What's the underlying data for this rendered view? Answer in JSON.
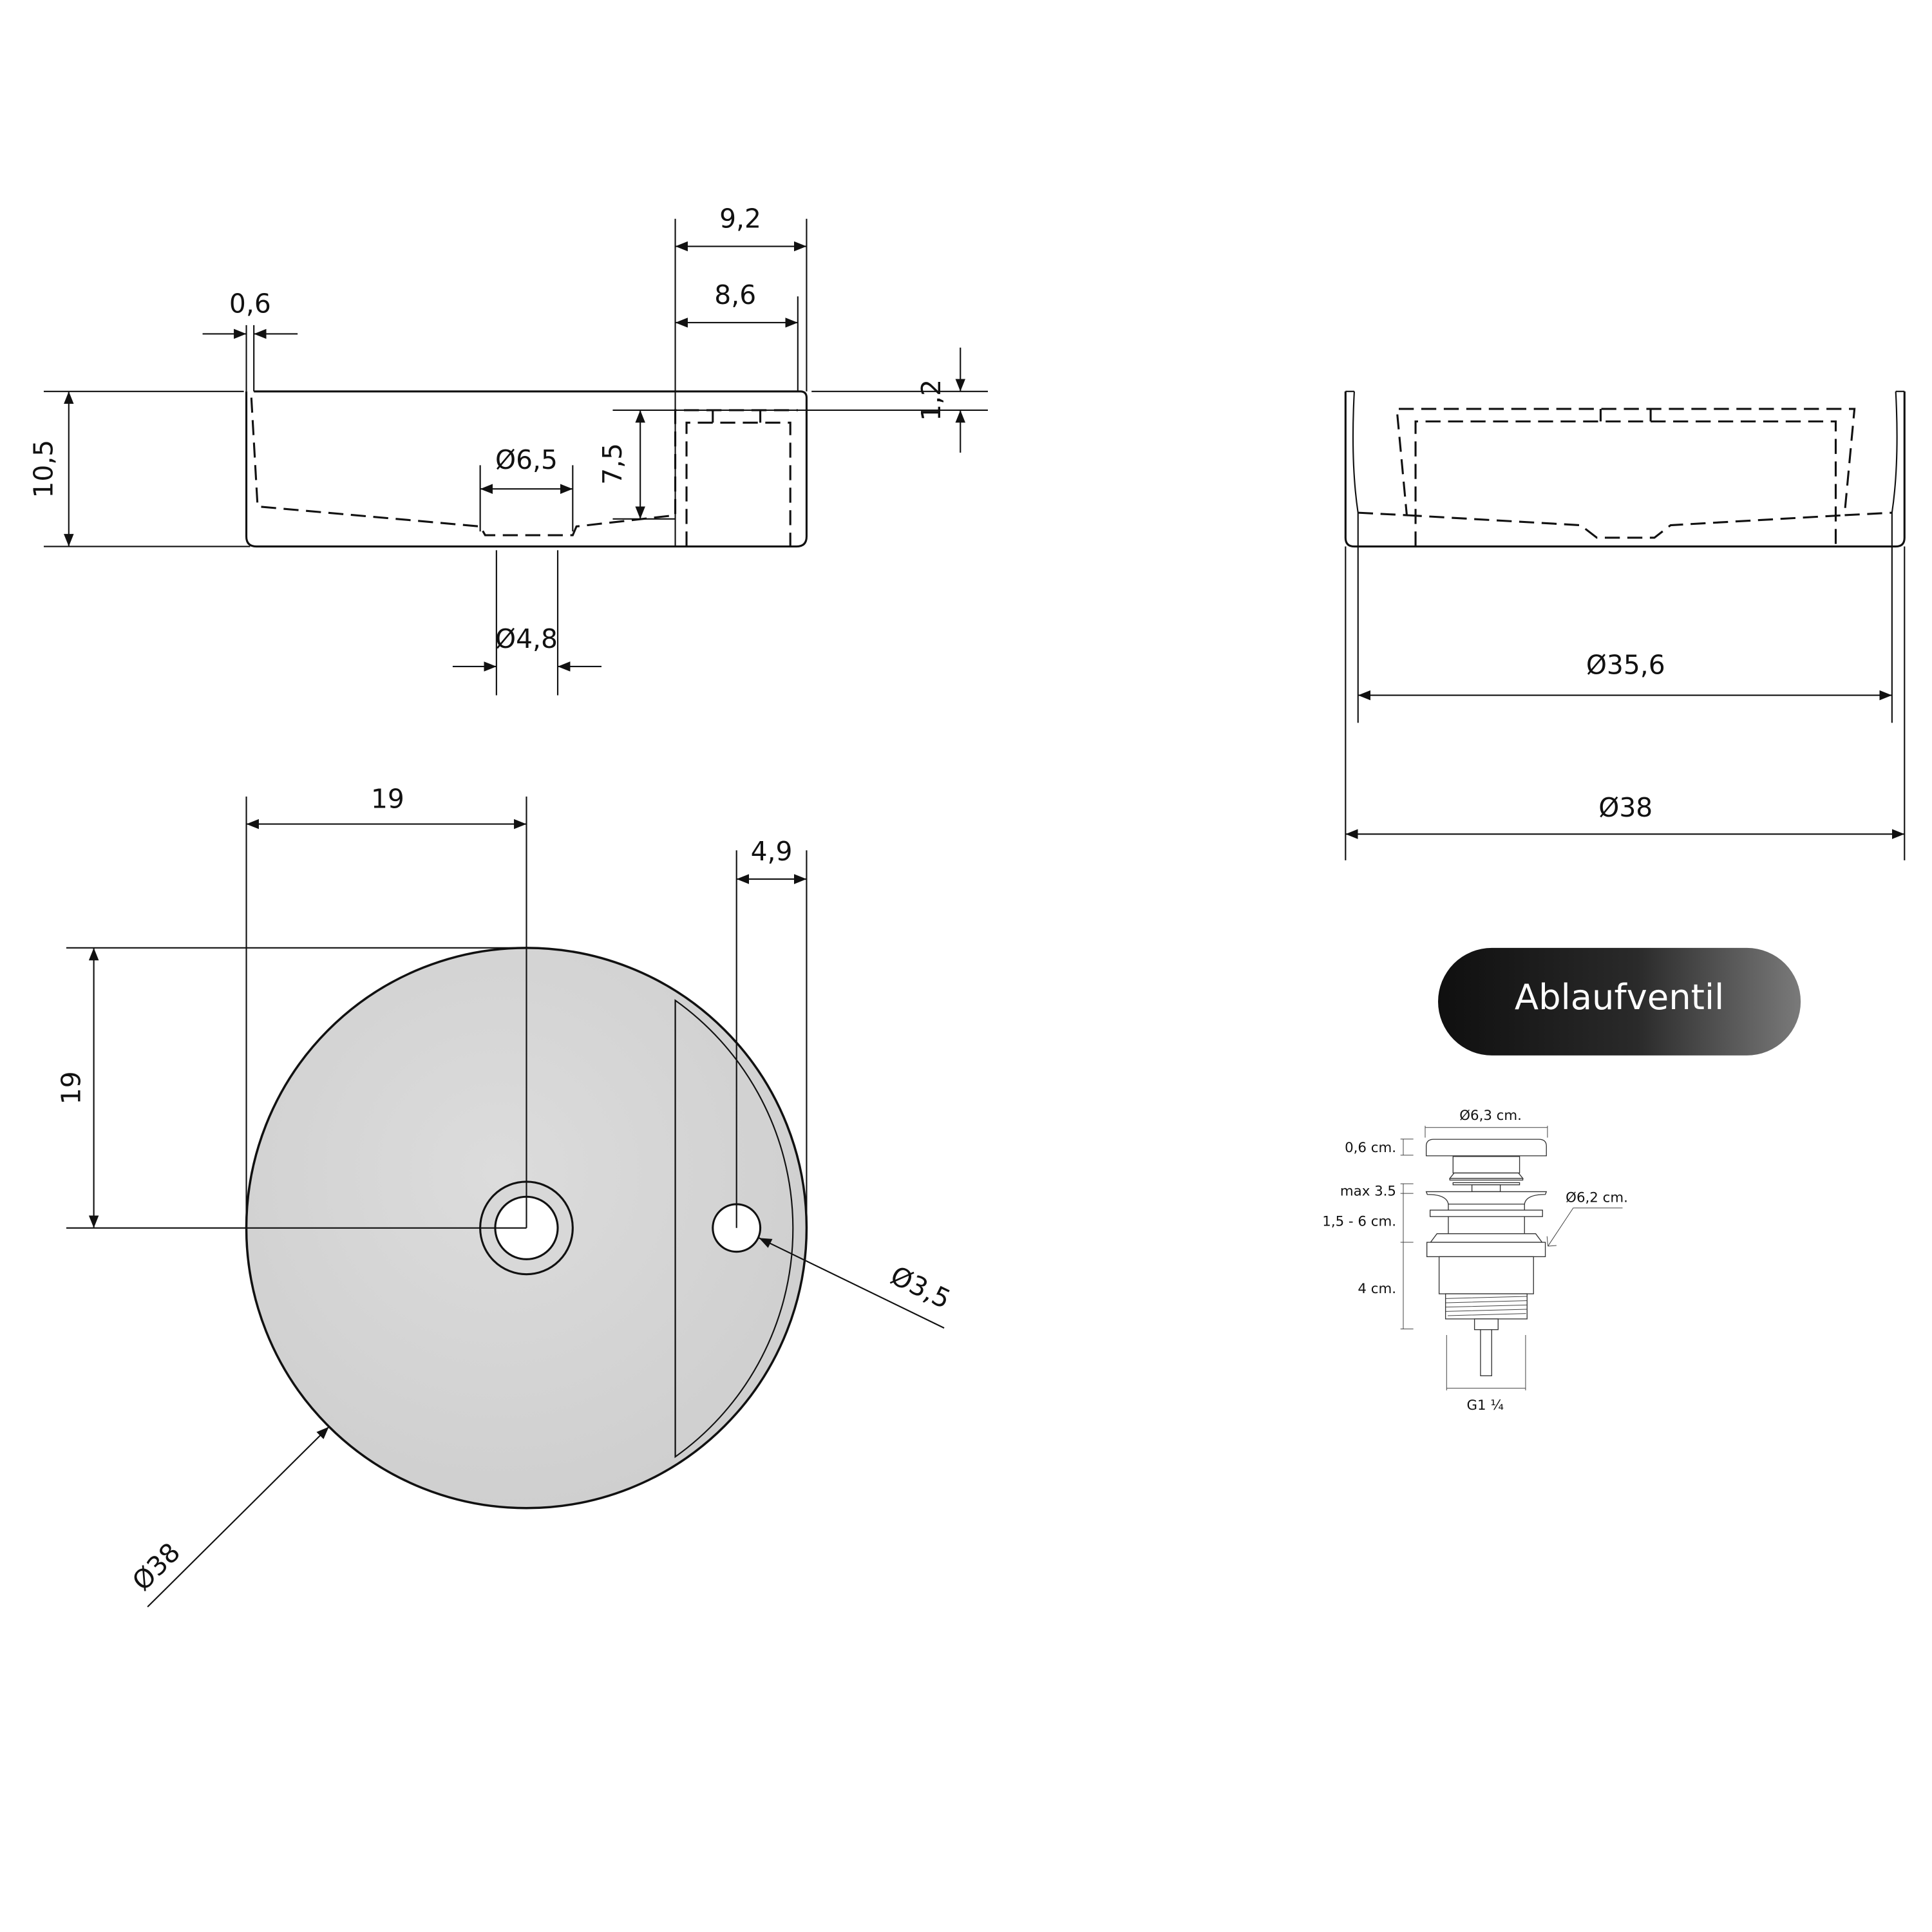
{
  "section_view": {
    "wall_thickness": "0,6",
    "overall_height": "10,5",
    "ledge_width_outer": "9,2",
    "ledge_width_inner": "8,6",
    "ledge_depth": "1,2",
    "basin_depth": "7,5",
    "drain_recess_diameter": "Ø6,5",
    "drain_hole_diameter": "Ø4,8"
  },
  "side_view": {
    "inner_diameter": "Ø35,6",
    "outer_diameter": "Ø38"
  },
  "plan_view": {
    "center_offset_x": "19",
    "center_offset_y": "19",
    "overflow_offset": "4,9",
    "overflow_hole_diameter": "Ø3,5",
    "outer_diameter": "Ø38"
  },
  "drain_valve": {
    "title": "Ablaufventil",
    "cap_diameter": "Ø6,3 cm.",
    "cap_height": "0,6 cm.",
    "max_lift": "max 3.5",
    "adjust_range": "1,5 - 6 cm.",
    "body_height": "4 cm.",
    "flange_diameter": "Ø6,2 cm.",
    "thread": "G1 ¼"
  },
  "colors": {
    "surface": "#d4d4d4",
    "line": "#111111",
    "pill_start": "#0f0f0f",
    "pill_end": "#7a7a7a"
  }
}
